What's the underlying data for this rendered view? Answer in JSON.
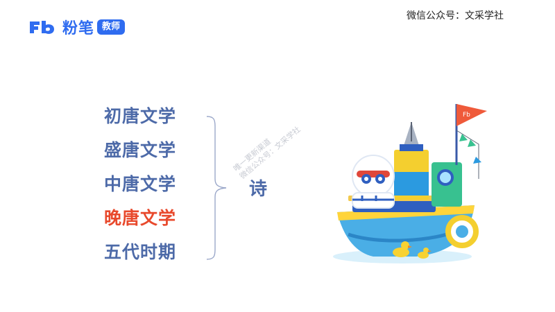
{
  "header": {
    "logo_brand": "粉笔",
    "logo_tag": "教师",
    "wechat_note": "微信公众号：文采学社"
  },
  "periods": [
    {
      "label": "初唐文学",
      "active": false
    },
    {
      "label": "盛唐文学",
      "active": false
    },
    {
      "label": "中唐文学",
      "active": false
    },
    {
      "label": "晚唐文学",
      "active": true
    },
    {
      "label": "五代时期",
      "active": false
    }
  ],
  "genre": "诗",
  "watermark": {
    "line1": "唯一更新渠道",
    "line2": "微信公众号：文采学社"
  },
  "colors": {
    "brand": "#2f6cf0",
    "period_text": "#4d6aa8",
    "highlight": "#e8492c"
  }
}
